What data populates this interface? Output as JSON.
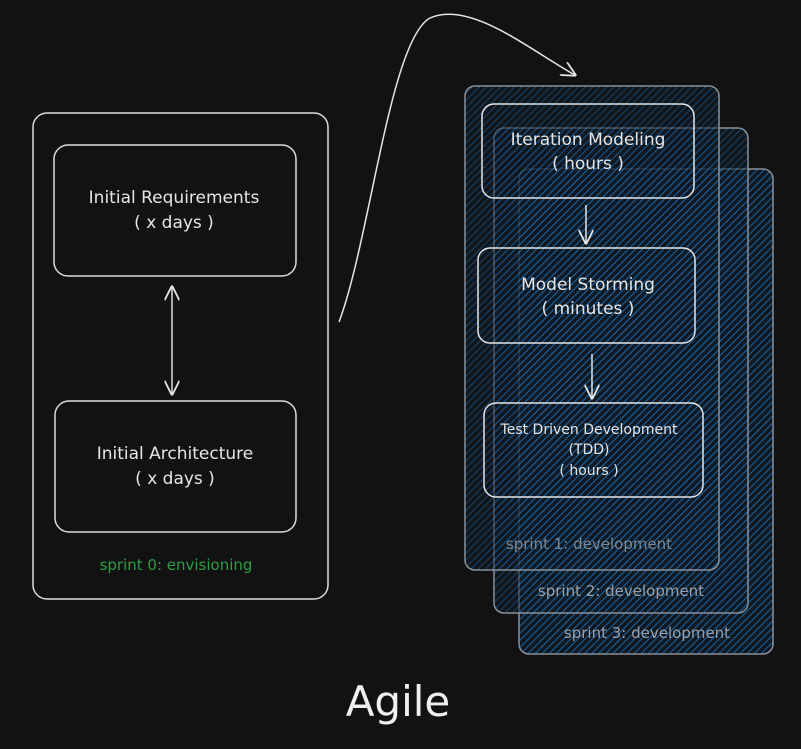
{
  "title": "Agile",
  "envisioning": {
    "label": "sprint 0: envisioning",
    "label_color": "#2f9e44",
    "boxes": [
      {
        "line1": "Initial Requirements",
        "line2": "( x days )"
      },
      {
        "line1": "Initial Architecture",
        "line2": "( x days )"
      }
    ]
  },
  "development": {
    "hatch_color": "#1971c2",
    "sprints": [
      {
        "label": "sprint 1: development"
      },
      {
        "label": "sprint 2: development"
      },
      {
        "label": "sprint 3: development"
      }
    ],
    "boxes": [
      {
        "line1": "Iteration Modeling",
        "line2": "( hours )"
      },
      {
        "line1": "Model Storming",
        "line2": "( minutes )"
      },
      {
        "line1": "Test Driven Development",
        "line2": "(TDD)",
        "line3": "( hours )"
      }
    ]
  }
}
